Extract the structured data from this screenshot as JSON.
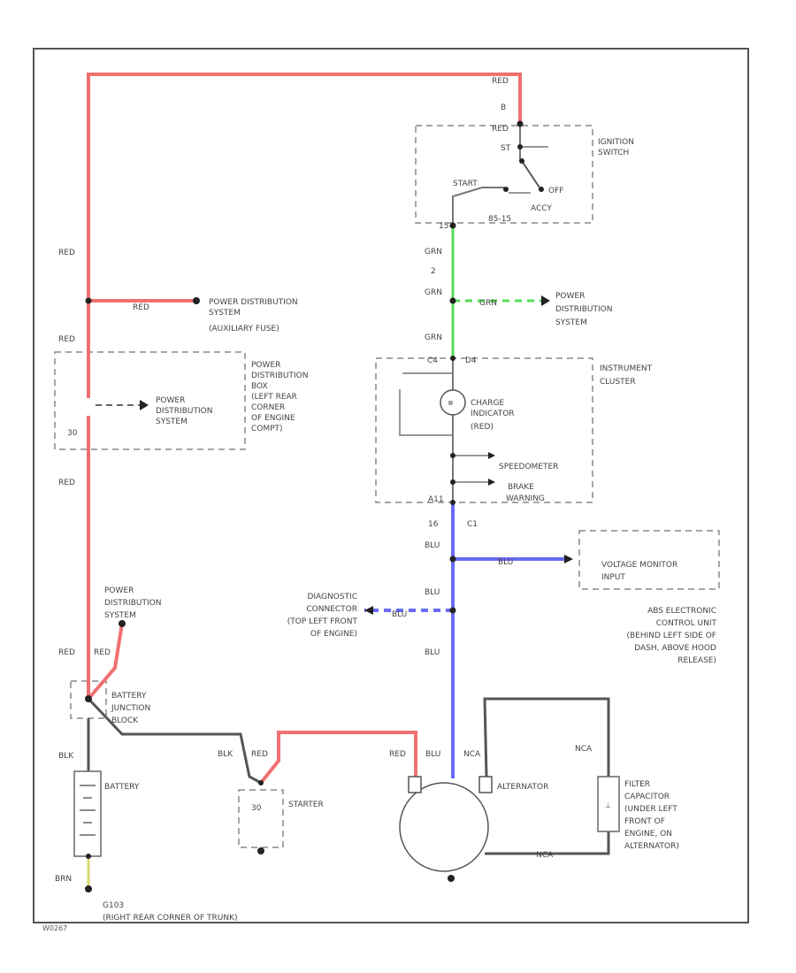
{
  "diagram": {
    "wire_colors": {
      "red": "#f07070",
      "green": "#55dd55",
      "blue": "#6a6af5",
      "black": "#555555",
      "yellow": "#d8d870"
    },
    "ignition": {
      "label_l1": "IGNITION",
      "label_l2": "SWITCH",
      "wire_top": "RED",
      "pin_top": "B",
      "wire_in": "RED",
      "pos_st": "ST",
      "pos_start": "START",
      "pos_off": "OFF",
      "pos_acc": "ACCY",
      "pin_bottom": "15",
      "code": "85-15"
    },
    "red_wires": {
      "main_1": "RED",
      "branch": "RED",
      "main_2": "RED",
      "main_3": "RED",
      "junction": "RED",
      "junction_2": "RED",
      "starter": "RED",
      "alternator": "RED"
    },
    "pds_aux": {
      "l1": "POWER DISTRIBUTION",
      "l2": "SYSTEM",
      "l3": "(AUXILIARY FUSE)"
    },
    "pdb": {
      "box_l1": "POWER",
      "box_l2": "DISTRIBUTION",
      "box_l3": "BOX",
      "box_l4": "(LEFT REAR",
      "box_l5": "CORNER",
      "box_l6": "OF ENGINE",
      "box_l7": "COMPT)",
      "inner_l1": "POWER",
      "inner_l2": "DISTRIBUTION",
      "inner_l3": "SYSTEM",
      "pin": "30"
    },
    "green_wires": {
      "w1": "GRN",
      "pin": "2",
      "w2": "GRN",
      "branch": "GRN",
      "w3": "GRN"
    },
    "pds_grn": {
      "l1": "POWER",
      "l2": "DISTRIBUTION",
      "l3": "SYSTEM"
    },
    "cluster": {
      "label_l1": "INSTRUMENT",
      "label_l2": "CLUSTER",
      "pin_top_l": "C4",
      "pin_top_r": "D4",
      "lamp_l1": "CHARGE",
      "lamp_l2": "INDICATOR",
      "lamp_l3": "(RED)",
      "speedometer": "SPEEDOMETER",
      "brake_l1": "BRAKE",
      "brake_l2": "WARNING",
      "pin_bottom": "A11"
    },
    "blue_wires": {
      "pin_l": "16",
      "pin_r": "C1",
      "w1": "BLU",
      "branch_vm": "BLU",
      "w2": "BLU",
      "branch_diag": "BLU",
      "w3": "BLU",
      "alternator": "BLU"
    },
    "voltage_monitor": {
      "l1": "VOLTAGE MONITOR",
      "l2": "INPUT"
    },
    "abs_note": {
      "l1": "ABS ELECTRONIC",
      "l2": "CONTROL UNIT",
      "l3": "(BEHIND LEFT SIDE OF",
      "l4": "DASH, ABOVE HOOD",
      "l5": "RELEASE)"
    },
    "diagnostic": {
      "l1": "DIAGNOSTIC",
      "l2": "CONNECTOR",
      "l3": "(TOP LEFT FRONT",
      "l4": "OF ENGINE)"
    },
    "pds_battery": {
      "l1": "POWER",
      "l2": "DISTRIBUTION",
      "l3": "SYSTEM"
    },
    "battery_junction": {
      "l1": "BATTERY",
      "l2": "JUNCTION",
      "l3": "BLOCK"
    },
    "black_wires": {
      "battery": "BLK",
      "starter": "BLK"
    },
    "battery": {
      "label": "BATTERY",
      "ground_wire": "BRN",
      "ground_l1": "G103",
      "ground_l2": "(RIGHT REAR CORNER OF TRUNK)"
    },
    "starter": {
      "label": "STARTER",
      "pin": "30"
    },
    "alternator": {
      "label": "ALTERNATOR",
      "wire_nca": "NCA",
      "wire_nca_2": "NCA",
      "wire_bottom": "NCA"
    },
    "filter_cap": {
      "l1": "FILTER",
      "l2": "CAPACITOR",
      "l3": "(UNDER LEFT",
      "l4": "FRONT OF",
      "l5": "ENGINE, ON",
      "l6": "ALTERNATOR)"
    },
    "corner_code": "W0267"
  }
}
